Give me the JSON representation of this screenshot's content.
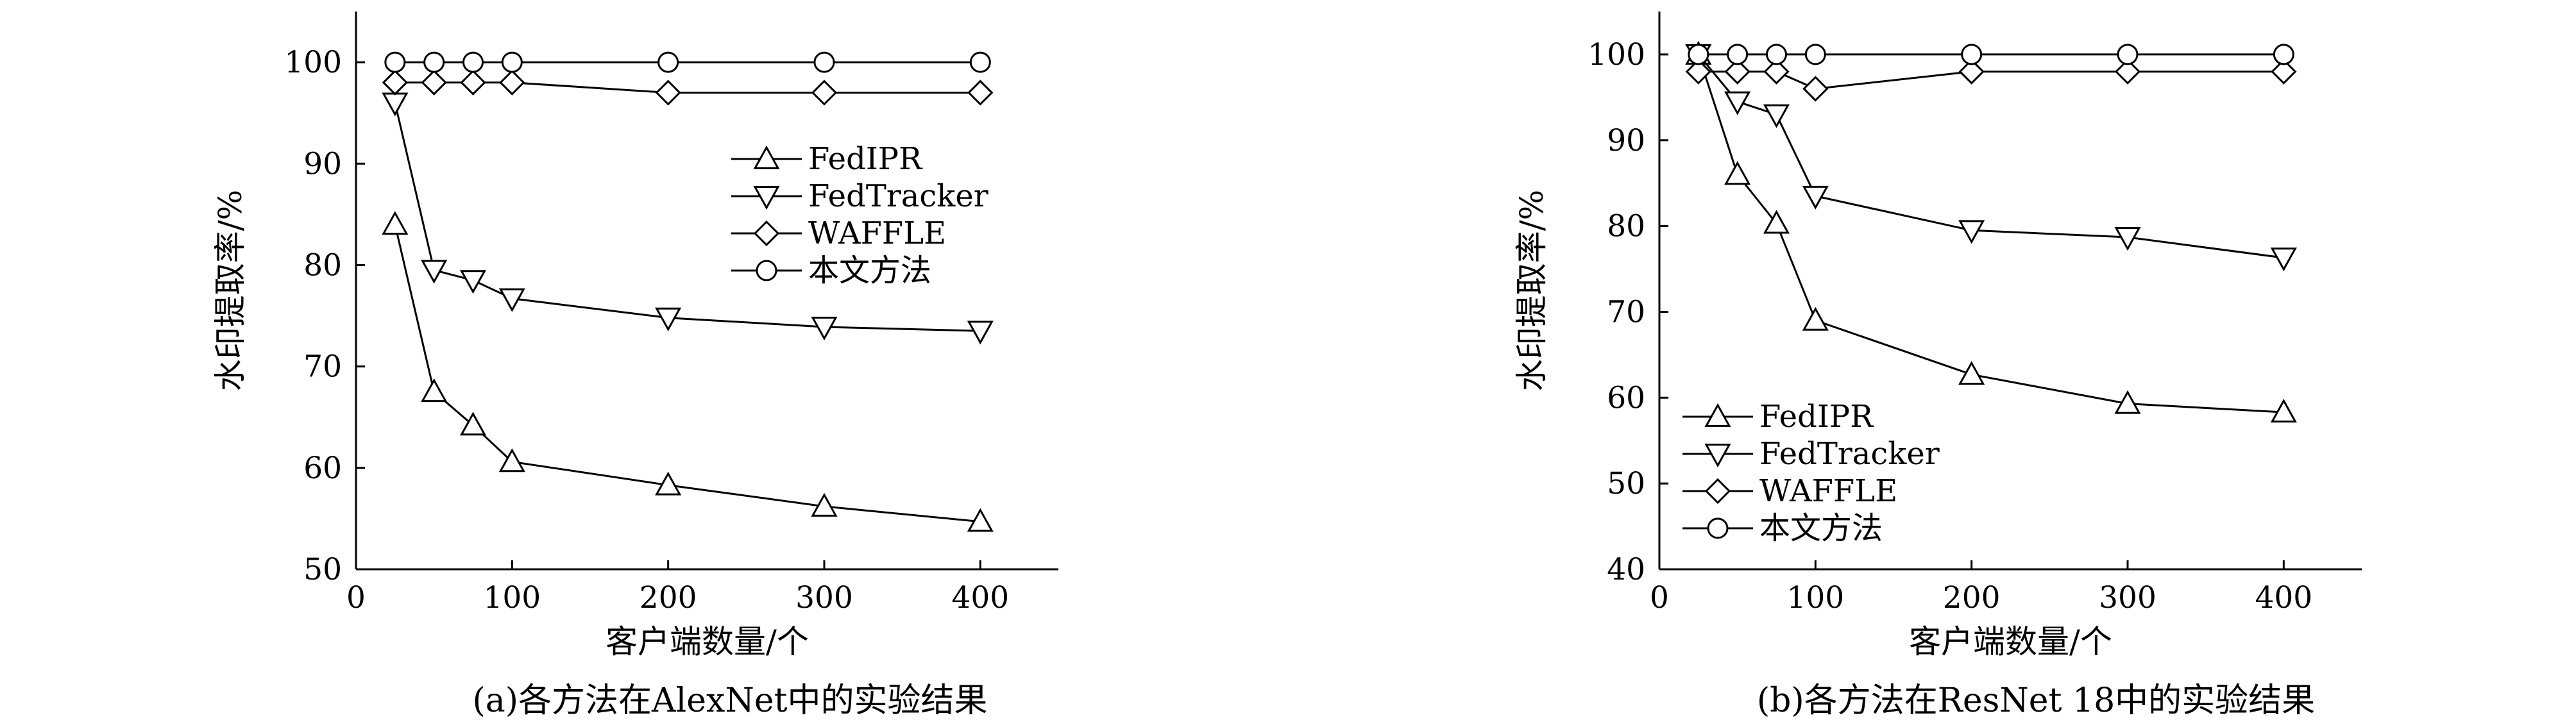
{
  "chart_data": [
    {
      "type": "line",
      "caption": "(a)各方法在AlexNet中的实验结果",
      "xlabel": "客户端数量/个",
      "ylabel": "水印提取率/%",
      "xlim": [
        0,
        450
      ],
      "ylim": [
        50,
        105
      ],
      "xticks": [
        0,
        100,
        200,
        300,
        400
      ],
      "yticks": [
        50,
        60,
        70,
        80,
        90,
        100
      ],
      "grid": false,
      "legend_position": "center-right",
      "x": [
        25,
        50,
        75,
        100,
        200,
        300,
        400
      ],
      "series": [
        {
          "name": "FedIPR",
          "marker": "triangle-up",
          "values": [
            84,
            67.5,
            64.2,
            60.6,
            58.3,
            56.2,
            54.7
          ]
        },
        {
          "name": "FedTracker",
          "marker": "triangle-down",
          "values": [
            96,
            79.5,
            78.5,
            76.7,
            74.8,
            73.9,
            73.5
          ]
        },
        {
          "name": "WAFFLE",
          "marker": "diamond",
          "values": [
            98,
            98,
            98,
            98,
            97,
            97,
            97
          ]
        },
        {
          "name": "本文方法",
          "marker": "circle",
          "values": [
            100,
            100,
            100,
            100,
            100,
            100,
            100
          ]
        }
      ]
    },
    {
      "type": "line",
      "caption": "(b)各方法在ResNet 18中的实验结果",
      "xlabel": "客户端数量/个",
      "ylabel": "水印提取率/%",
      "xlim": [
        0,
        450
      ],
      "ylim": [
        40,
        105
      ],
      "xticks": [
        0,
        100,
        200,
        300,
        400
      ],
      "yticks": [
        40,
        50,
        60,
        70,
        80,
        90,
        100
      ],
      "grid": false,
      "legend_position": "bottom-left",
      "x": [
        25,
        50,
        75,
        100,
        200,
        300,
        400
      ],
      "series": [
        {
          "name": "FedIPR",
          "marker": "triangle-up",
          "values": [
            100,
            86,
            80.3,
            69,
            62.7,
            59.3,
            58.3
          ]
        },
        {
          "name": "FedTracker",
          "marker": "triangle-down",
          "values": [
            100,
            94.5,
            93,
            83.5,
            79.5,
            78.7,
            76.3
          ]
        },
        {
          "name": "WAFFLE",
          "marker": "diamond",
          "values": [
            98,
            98,
            98,
            96,
            98,
            98,
            98
          ]
        },
        {
          "name": "本文方法",
          "marker": "circle",
          "values": [
            100,
            100,
            100,
            100,
            100,
            100,
            100
          ]
        }
      ]
    }
  ]
}
